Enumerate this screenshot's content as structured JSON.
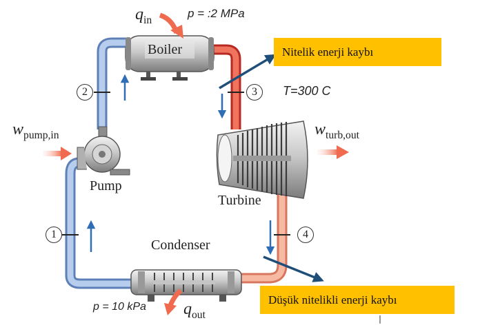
{
  "top": {
    "q_in_symbol": "q",
    "q_in_sub": "in",
    "pressure_high": "p = :2 MPa"
  },
  "components": {
    "boiler": "Boiler",
    "pump": "Pump",
    "turbine": "Turbine",
    "condenser": "Condenser"
  },
  "work": {
    "pump_symbol": "w",
    "pump_sub": "pump,in",
    "turb_symbol": "w",
    "turb_sub": "turb,out"
  },
  "states": [
    "1",
    "2",
    "3",
    "4"
  ],
  "turbine_inlet_temp": "T=300 C",
  "bottom": {
    "pressure_low": "p = 10 kPa",
    "q_out_symbol": "q",
    "q_out_sub": "out"
  },
  "callouts": {
    "high_quality_loss": "Nitelik enerji kaybı",
    "low_quality_loss": "Düşük nitelikli enerji kaybı"
  },
  "colors": {
    "cold_pipe": "#8fb1de",
    "hot_pipe": "#e0483a",
    "warm_pipe": "#ef9a7f",
    "callout_fill": "#ffc000",
    "flow_arrow": "#2f6db5",
    "heat_arrow": "#ef6a4e",
    "pointer_arrow": "#1f4e79"
  }
}
